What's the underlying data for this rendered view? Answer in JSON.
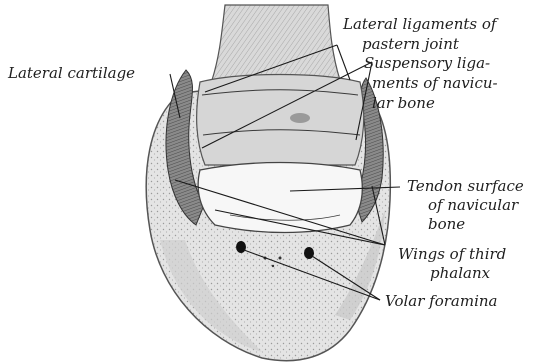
{
  "figure": {
    "labels": {
      "lateral_ligaments": [
        "Lateral ligaments of",
        "pastern joint"
      ],
      "lateral_cartilage": "Lateral cartilage",
      "suspensory_ligaments": [
        "Suspensory liga-",
        "ments of navicu-",
        "lar bone"
      ],
      "tendon_surface": [
        "Tendon surface",
        "of navicular",
        "bone"
      ],
      "wings": [
        "Wings of third",
        "phalanx"
      ],
      "volar_foramina": "Volar foramina"
    }
  }
}
